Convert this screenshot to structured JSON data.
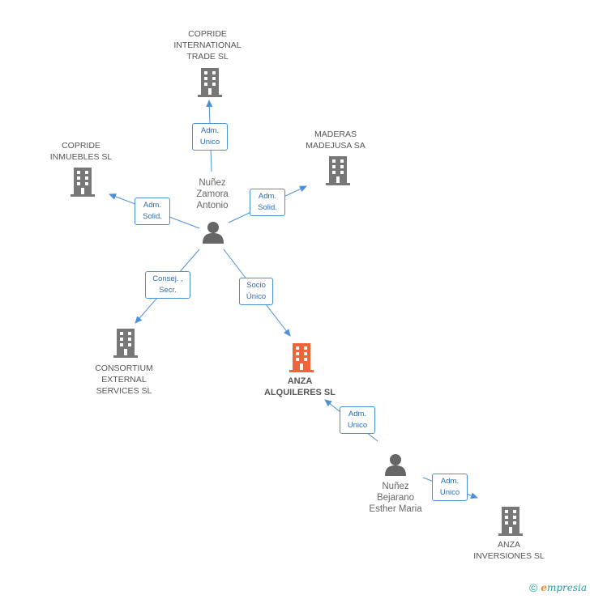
{
  "colors": {
    "company": "#777777",
    "focus_company": "#f0643a",
    "person": "#666666",
    "edge": "#4a90d9"
  },
  "companies": {
    "copride_international": "COPRIDE\nINTERNATIONAL\nTRADE SL",
    "copride_inmuebles": "COPRIDE\nINMUEBLES SL",
    "maderas_madejusa": "MADERAS\nMADEJUSA SA",
    "consortium_external": "CONSORTIUM\nEXTERNAL\nSERVICES SL",
    "anza_alquileres": "ANZA\nALQUILERES SL",
    "anza_inversiones": "ANZA\nINVERSIONES SL"
  },
  "persons": {
    "nunez_zamora": "Nuñez\nZamora\nAntonio",
    "nunez_bejarano": "Nuñez\nBejarano\nEsther Maria"
  },
  "relations": {
    "adm_unico_copride_intl": "Adm.\nUnico",
    "adm_solid_copride_inm": "Adm.\nSolid.",
    "adm_solid_maderas": "Adm.\nSolid.",
    "consej_secr": "Consej. ,\nSecr.",
    "socio_unico": "Socio\nÚnico",
    "adm_unico_anza_alq": "Adm.\nUnico",
    "adm_unico_anza_inv": "Adm.\nUnico"
  },
  "footer": {
    "copyright": "©",
    "brand_initial": "e",
    "brand_rest": "mpresia"
  }
}
